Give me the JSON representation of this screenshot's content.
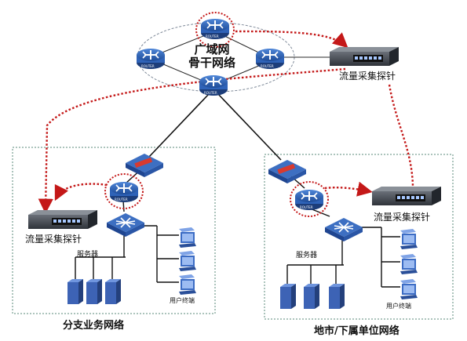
{
  "diagram": {
    "backbone_title": "广域网\n骨干网络",
    "probe_label": "流量采集探针",
    "server_label": "服务器",
    "terminal_label": "用户终端",
    "branch_title": "分支业务网络",
    "subunit_title": "地市/下属单位网络",
    "router_badge": "ROUTER",
    "colors": {
      "router_blue": "#2f63b8",
      "router_dark": "#1c3d7a",
      "firewall_red": "#d83a2f",
      "dotted_red": "#c41818",
      "box_dotted": "#5a8a7a",
      "pc_blue": "#3c6cc4",
      "server_blue": "#3d63b5"
    },
    "icons": [
      "router-icon",
      "switch-icon",
      "firewall-icon",
      "probe-device-icon",
      "server-icon",
      "pc-icon"
    ]
  }
}
